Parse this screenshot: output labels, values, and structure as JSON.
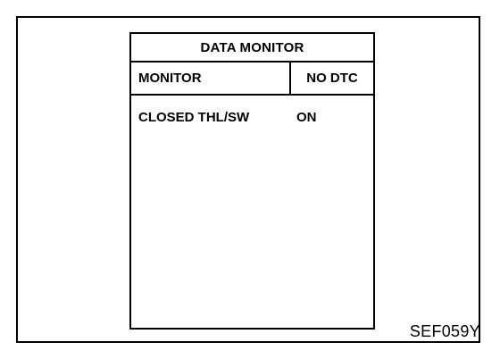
{
  "screen": {
    "title": "DATA MONITOR",
    "header": {
      "left": "MONITOR",
      "right": "NO DTC"
    },
    "items": [
      {
        "label": "CLOSED THL/SW",
        "value": "ON"
      }
    ]
  },
  "figure_code": "SEF059Y"
}
